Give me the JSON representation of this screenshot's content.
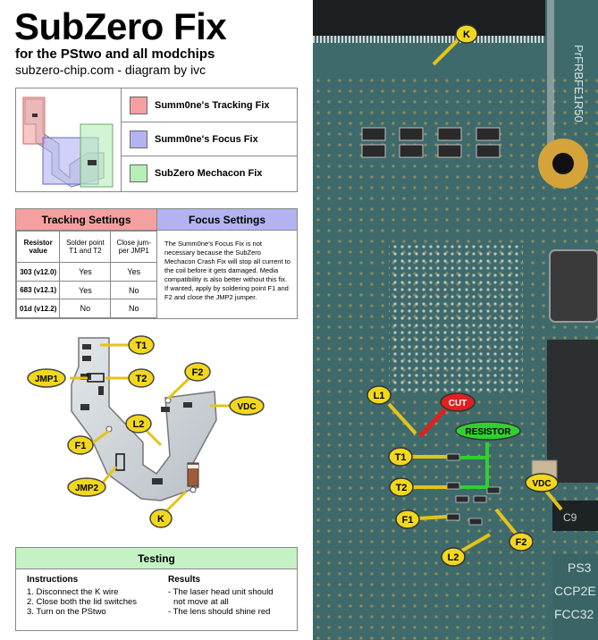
{
  "header": {
    "title": "SubZero Fix",
    "subtitle": "for the PStwo and all modchips",
    "credit": "subzero-chip.com - diagram by ivc"
  },
  "legend": [
    {
      "label": "Summ0ne's Tracking Fix",
      "color": "#f5a0a0"
    },
    {
      "label": "Summ0ne's Focus Fix",
      "color": "#b3b3f2"
    },
    {
      "label": "SubZero Mechacon Fix",
      "color": "#b5efb5"
    }
  ],
  "tracking": {
    "heading": "Tracking Settings",
    "columns": [
      "Resistor value",
      "Solder point T1 and T2",
      "Close jum-per JMP1"
    ],
    "rows": [
      {
        "value": "303 (v12.0)",
        "solder": "Yes",
        "jumper": "Yes"
      },
      {
        "value": "683 (v12.1)",
        "solder": "Yes",
        "jumper": "No"
      },
      {
        "value": "01d (v12.2)",
        "solder": "No",
        "jumper": "No"
      }
    ]
  },
  "focus": {
    "heading": "Focus Settings",
    "text": "The Summ0ne's Focus Fix is not necessary because the SubZero Mechacon Crash Fix will stop all current to the coil before it gets damaged. Media compatibility is also better without this fix.",
    "text2": "If wanted, apply by soldering point F1 and F2 and close the JMP2 jumper."
  },
  "board_labels": {
    "t1": "T1",
    "jmp1": "JMP1",
    "t2": "T2",
    "f2": "F2",
    "vdc": "VDC",
    "l2": "L2",
    "f1": "F1",
    "jmp2": "JMP2",
    "k": "K"
  },
  "photo_labels": {
    "k": "K",
    "l1": "L1",
    "cut": "CUT",
    "resistor": "RESISTOR",
    "t1": "T1",
    "t2": "T2",
    "vdc": "VDC",
    "f1": "F1",
    "f2": "F2",
    "l2": "L2"
  },
  "photo_text": {
    "chip_marking": "PrFRBFE1R50",
    "corner1": "PS3",
    "corner2": "CCP2E",
    "corner3": "FCC32",
    "part": "C9"
  },
  "testing": {
    "heading": "Testing",
    "instructions_title": "Instructions",
    "instructions": [
      "1. Disconnect the K wire",
      "2. Close both the lid switches",
      "3. Turn on the PStwo"
    ],
    "results_title": "Results",
    "results": [
      "- The laser head unit should",
      "  not move at all",
      "- The lens should shine red"
    ]
  }
}
